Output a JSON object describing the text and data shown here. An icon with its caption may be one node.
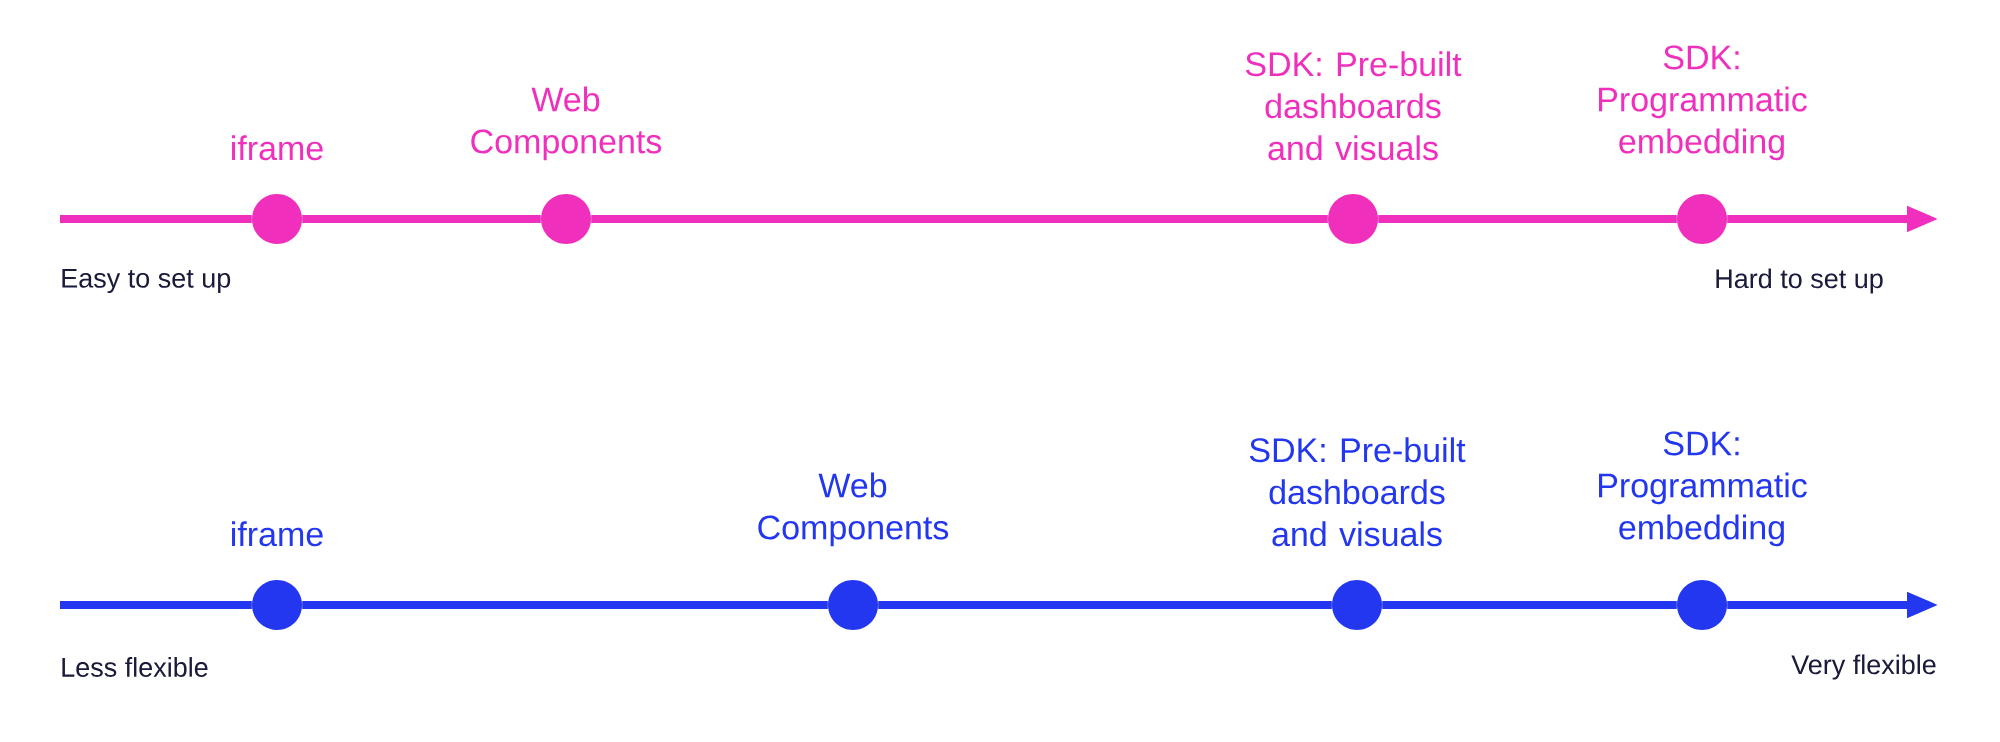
{
  "diagram": {
    "nodes": [
      {
        "text": [
          "iframe"
        ]
      },
      {
        "text": [
          "Web Components"
        ]
      },
      {
        "text": [
          "SDK: Pre-built dashboards and visuals"
        ]
      },
      {
        "text": [
          "SDK: Programmatic embedding"
        ]
      },
      {
        "text": [
          "iframe"
        ]
      },
      {
        "text": [
          "Web Components"
        ]
      },
      {
        "text": [
          "SDK: Pre-built dashboards and visuals"
        ]
      },
      {
        "text": [
          "SDK: Programmatic embedding"
        ]
      }
    ],
    "edges": [
      {
        "from": null,
        "to": 0,
        "arrow": "none"
      },
      {
        "from": 0,
        "to": 1,
        "arrow": "none"
      },
      {
        "from": 1,
        "to": 2,
        "arrow": "none"
      },
      {
        "from": 2,
        "to": 3,
        "arrow": "none"
      },
      {
        "from": 3,
        "to": null,
        "arrow": "to"
      },
      {
        "from": null,
        "to": 4,
        "arrow": "none",
        "color": "#2337f0"
      },
      {
        "from": 4,
        "to": 5,
        "arrow": "none",
        "color": "#2337f0"
      },
      {
        "from": 5,
        "to": 6,
        "arrow": "none",
        "color": "#2337f0"
      },
      {
        "from": 6,
        "to": 7,
        "arrow": "none",
        "color": "#2337f0"
      },
      {
        "from": 7,
        "to": null,
        "arrow": "to",
        "color": "#2337f0"
      }
    ],
    "labels": [
      "Easy to set up",
      "Hard to set up",
      "Less flexible",
      "Very flexible"
    ]
  }
}
